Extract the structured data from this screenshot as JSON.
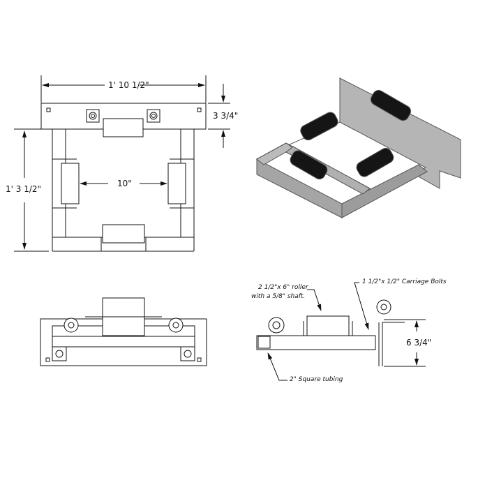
{
  "drawing": {
    "title": "Roller guide assembly technical drawing",
    "views": {
      "top": {
        "overall_width": "1' 10 1/2\"",
        "depth": "3 3/4\"",
        "overall_length": "1' 3 1/2\"",
        "roller_spacing": "10\""
      },
      "isometric": {
        "description": "3D render with four black rollers on grey square-tube frame and mounting plate"
      },
      "front": {
        "description": "Front elevation"
      },
      "side": {
        "roller_note_line1": "2 1/2\"x 6\" roller",
        "roller_note_line2": "with a 5/8\" shaft.",
        "bolt_note": "1 1/2\"x 1/2\" Carriage Bolts",
        "height": "6 3/4\"",
        "tubing_note": "2\" Square tubing"
      }
    },
    "colors": {
      "line": "#111111",
      "frame_grey": "#a9a9a9",
      "roller_black": "#151515"
    }
  }
}
